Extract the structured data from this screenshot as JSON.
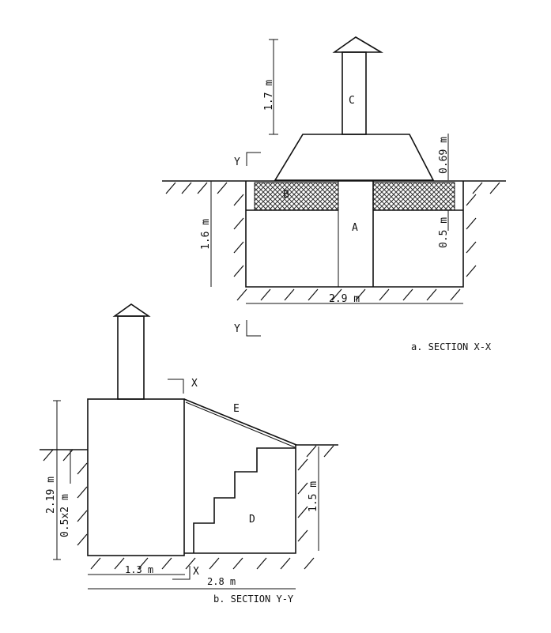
{
  "section_a": {
    "caption": "a. SECTION   X-X",
    "labels": {
      "chimney": "C",
      "slab": "B",
      "column": "A",
      "y_top": "Y",
      "y_bottom": "Y"
    },
    "dimensions": {
      "chimney_height": "1.7 m",
      "cover_height": "0.69 m",
      "pit_depth": "1.6 m",
      "slab_thickness": "0.5 m",
      "pit_width": "2.9 m"
    }
  },
  "section_b": {
    "caption": "b. SECTION   Y-Y",
    "labels": {
      "roof": "E",
      "stairs": "D",
      "x_top": "X",
      "x_bottom": "X"
    },
    "dimensions": {
      "total_height": "2.19 m",
      "opening": "0.5x2 m",
      "stair_depth": "1.5 m",
      "chamber_width": "1.3 m",
      "total_width": "2.8 m"
    }
  }
}
